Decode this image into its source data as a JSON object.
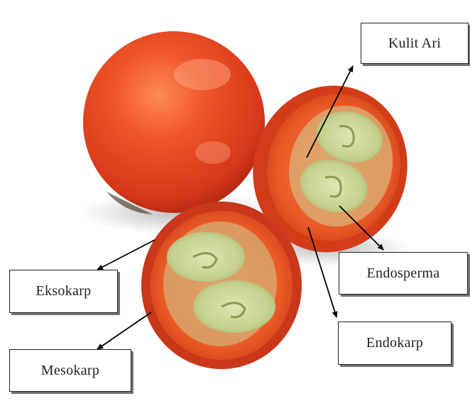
{
  "labels": {
    "kulit_ari": "Kulit Ari",
    "endosperma": "Endosperma",
    "eksokarp": "Eksokarp",
    "endokarp": "Endokarp",
    "mesokarp": "Mesokarp"
  },
  "colors": {
    "fruit_red": "#e0401e",
    "fruit_orange": "#f06a2a",
    "kernel_green": "#c9d79a",
    "shell_tan": "#c9a86b"
  }
}
